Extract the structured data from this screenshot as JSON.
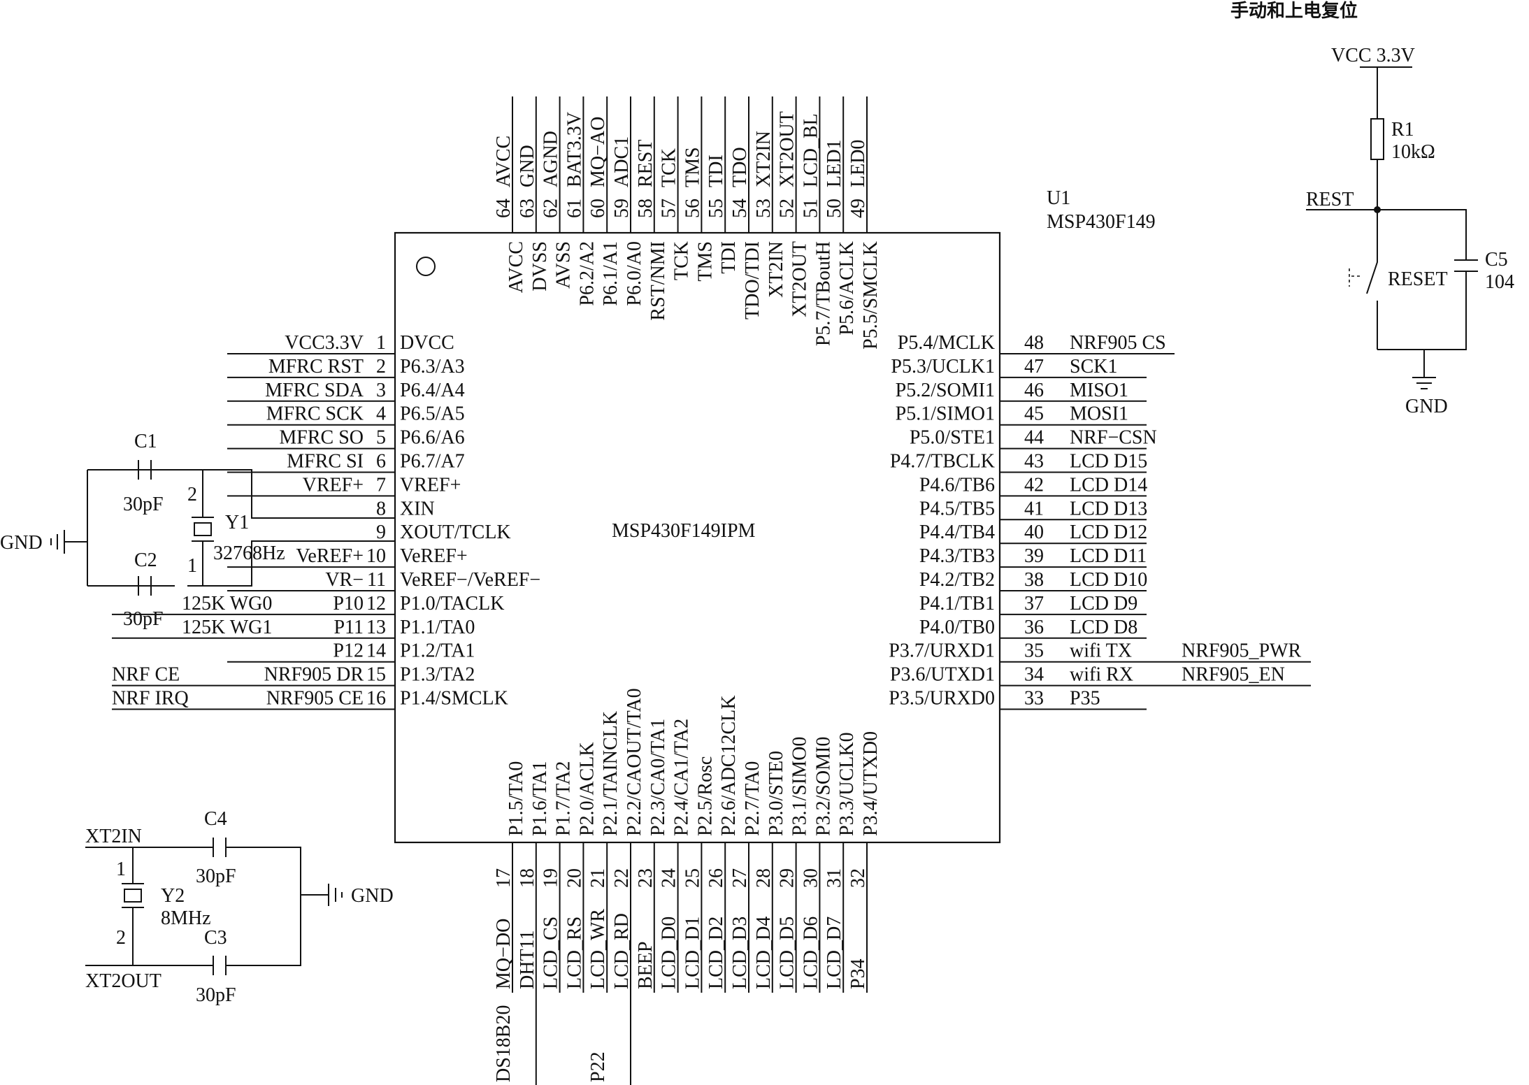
{
  "chip": {
    "designator": "U1",
    "part": "MSP430F149",
    "body_label": "MSP430F149IPM"
  },
  "pins": {
    "left": [
      {
        "num": "1",
        "name": "DVCC",
        "net": "VCC3.3V",
        "ext": ""
      },
      {
        "num": "2",
        "name": "P6.3/A3",
        "net": "MFRC RST",
        "ext": ""
      },
      {
        "num": "3",
        "name": "P6.4/A4",
        "net": "MFRC SDA",
        "ext": ""
      },
      {
        "num": "4",
        "name": "P6.5/A5",
        "net": "MFRC SCK",
        "ext": ""
      },
      {
        "num": "5",
        "name": "P6.6/A6",
        "net": "MFRC SO",
        "ext": ""
      },
      {
        "num": "6",
        "name": "P6.7/A7",
        "net": "MFRC SI",
        "ext": ""
      },
      {
        "num": "7",
        "name": "VREF+",
        "net": "VREF+",
        "ext": ""
      },
      {
        "num": "8",
        "name": "XIN",
        "net": "",
        "ext": ""
      },
      {
        "num": "9",
        "name": "XOUT/TCLK",
        "net": "",
        "ext": ""
      },
      {
        "num": "10",
        "name": "VeREF+",
        "net": "VeREF+",
        "ext": ""
      },
      {
        "num": "11",
        "name": "VeREF−/VeREF−",
        "net": "VR−",
        "ext": ""
      },
      {
        "num": "12",
        "name": "P1.0/TACLK",
        "net": "P10",
        "ext": "125K WG0"
      },
      {
        "num": "13",
        "name": "P1.1/TA0",
        "net": "P11",
        "ext": "125K WG1"
      },
      {
        "num": "14",
        "name": "P1.2/TA1",
        "net": "P12",
        "ext": ""
      },
      {
        "num": "15",
        "name": "P1.3/TA2",
        "net": "NRF905 DR",
        "ext": "NRF CE"
      },
      {
        "num": "16",
        "name": "P1.4/SMCLK",
        "net": "NRF905 CE",
        "ext": "NRF IRQ"
      }
    ],
    "right": [
      {
        "num": "48",
        "name": "P5.4/MCLK",
        "net": "NRF905 CS",
        "ext": ""
      },
      {
        "num": "47",
        "name": "P5.3/UCLK1",
        "net": "SCK1",
        "ext": ""
      },
      {
        "num": "46",
        "name": "P5.2/SOMI1",
        "net": "MISO1",
        "ext": ""
      },
      {
        "num": "45",
        "name": "P5.1/SIMO1",
        "net": "MOSI1",
        "ext": ""
      },
      {
        "num": "44",
        "name": "P5.0/STE1",
        "net": "NRF−CSN",
        "ext": ""
      },
      {
        "num": "43",
        "name": "P4.7/TBCLK",
        "net": "LCD D15",
        "ext": ""
      },
      {
        "num": "42",
        "name": "P4.6/TB6",
        "net": "LCD D14",
        "ext": ""
      },
      {
        "num": "41",
        "name": "P4.5/TB5",
        "net": "LCD D13",
        "ext": ""
      },
      {
        "num": "40",
        "name": "P4.4/TB4",
        "net": "LCD D12",
        "ext": ""
      },
      {
        "num": "39",
        "name": "P4.3/TB3",
        "net": "LCD D11",
        "ext": ""
      },
      {
        "num": "38",
        "name": "P4.2/TB2",
        "net": "LCD D10",
        "ext": ""
      },
      {
        "num": "37",
        "name": "P4.1/TB1",
        "net": "LCD D9",
        "ext": ""
      },
      {
        "num": "36",
        "name": "P4.0/TB0",
        "net": "LCD D8",
        "ext": ""
      },
      {
        "num": "35",
        "name": "P3.7/URXD1",
        "net": "wifi TX",
        "ext": "NRF905_PWR"
      },
      {
        "num": "34",
        "name": "P3.6/UTXD1",
        "net": "wifi RX",
        "ext": "NRF905_EN"
      },
      {
        "num": "33",
        "name": "P3.5/URXD0",
        "net": "P35",
        "ext": ""
      }
    ],
    "top": [
      {
        "num": "64",
        "name": "AVCC",
        "net": "AVCC"
      },
      {
        "num": "63",
        "name": "DVSS",
        "net": "GND"
      },
      {
        "num": "62",
        "name": "AVSS",
        "net": "AGND"
      },
      {
        "num": "61",
        "name": "P6.2/A2",
        "net": "BAT3.3V"
      },
      {
        "num": "60",
        "name": "P6.1/A1",
        "net": "MQ−AO"
      },
      {
        "num": "59",
        "name": "P6.0/A0",
        "net": "ADC1"
      },
      {
        "num": "58",
        "name": "RST/NMI",
        "net": "REST"
      },
      {
        "num": "57",
        "name": "TCK",
        "net": "TCK"
      },
      {
        "num": "56",
        "name": "TMS",
        "net": "TMS"
      },
      {
        "num": "55",
        "name": "TDI",
        "net": "TDI"
      },
      {
        "num": "54",
        "name": "TDO/TDI",
        "net": "TDO"
      },
      {
        "num": "53",
        "name": "XT2IN",
        "net": "XT2IN"
      },
      {
        "num": "52",
        "name": "XT2OUT",
        "net": "XT2OUT"
      },
      {
        "num": "51",
        "name": "P5.7/TBoutH",
        "net": "LCD_BL"
      },
      {
        "num": "50",
        "name": "P5.6/ACLK",
        "net": "LED1"
      },
      {
        "num": "49",
        "name": "P5.5/SMCLK",
        "net": "LED0"
      }
    ],
    "bottom": [
      {
        "num": "17",
        "name": "P1.5/TA0",
        "net": "MQ−DO",
        "ext": ""
      },
      {
        "num": "18",
        "name": "P1.6/TA1",
        "net": "DHT11",
        "ext": "DS18B20"
      },
      {
        "num": "19",
        "name": "P1.7/TA2",
        "net": "LCD_CS",
        "ext": ""
      },
      {
        "num": "20",
        "name": "P2.0/ACLK",
        "net": "LCD_RS",
        "ext": ""
      },
      {
        "num": "21",
        "name": "P2.1/TAINCLK",
        "net": "LCD_WR",
        "ext": ""
      },
      {
        "num": "22",
        "name": "P2.2/CAOUT/TA0",
        "net": "LCD_RD",
        "ext": "P22"
      },
      {
        "num": "23",
        "name": "P2.3/CA0/TA1",
        "net": "BEEP",
        "ext": ""
      },
      {
        "num": "24",
        "name": "P2.4/CA1/TA2",
        "net": "LCD_D0",
        "ext": ""
      },
      {
        "num": "25",
        "name": "P2.5/Rosc",
        "net": "LCD_D1",
        "ext": ""
      },
      {
        "num": "26",
        "name": "P2.6/ADC12CLK",
        "net": "LCD_D2",
        "ext": ""
      },
      {
        "num": "27",
        "name": "P2.7/TA0",
        "net": "LCD_D3",
        "ext": ""
      },
      {
        "num": "28",
        "name": "P3.0/STE0",
        "net": "LCD_D4",
        "ext": ""
      },
      {
        "num": "29",
        "name": "P3.1/SIMO0",
        "net": "LCD_D5",
        "ext": ""
      },
      {
        "num": "30",
        "name": "P3.2/SOMI0",
        "net": "LCD_D6",
        "ext": ""
      },
      {
        "num": "31",
        "name": "P3.3/UCLK0",
        "net": "LCD_D7",
        "ext": ""
      },
      {
        "num": "32",
        "name": "P3.4/UTXD0",
        "net": "P34",
        "ext": ""
      }
    ]
  },
  "crystal1": {
    "designator": "Y1",
    "freq": "32768Hz",
    "c_top": "C1",
    "c_top_val": "30pF",
    "c_bot": "C2",
    "c_bot_val": "30pF",
    "gnd": "GND",
    "pin_top": "2",
    "pin_bot": "1"
  },
  "crystal2": {
    "designator": "Y2",
    "freq": "8MHz",
    "c_top": "C4",
    "c_top_val": "30pF",
    "c_bot": "C3",
    "c_bot_val": "30pF",
    "net_in": "XT2IN",
    "net_out": "XT2OUT",
    "gnd": "GND",
    "pin_top": "1",
    "pin_bot": "2"
  },
  "reset": {
    "title": "手动和上电复位",
    "vcc": "VCC 3.3V",
    "r_des": "R1",
    "r_val": "10kΩ",
    "net": "REST",
    "sw": "RESET",
    "c_des": "C5",
    "c_val": "104",
    "gnd": "GND"
  }
}
